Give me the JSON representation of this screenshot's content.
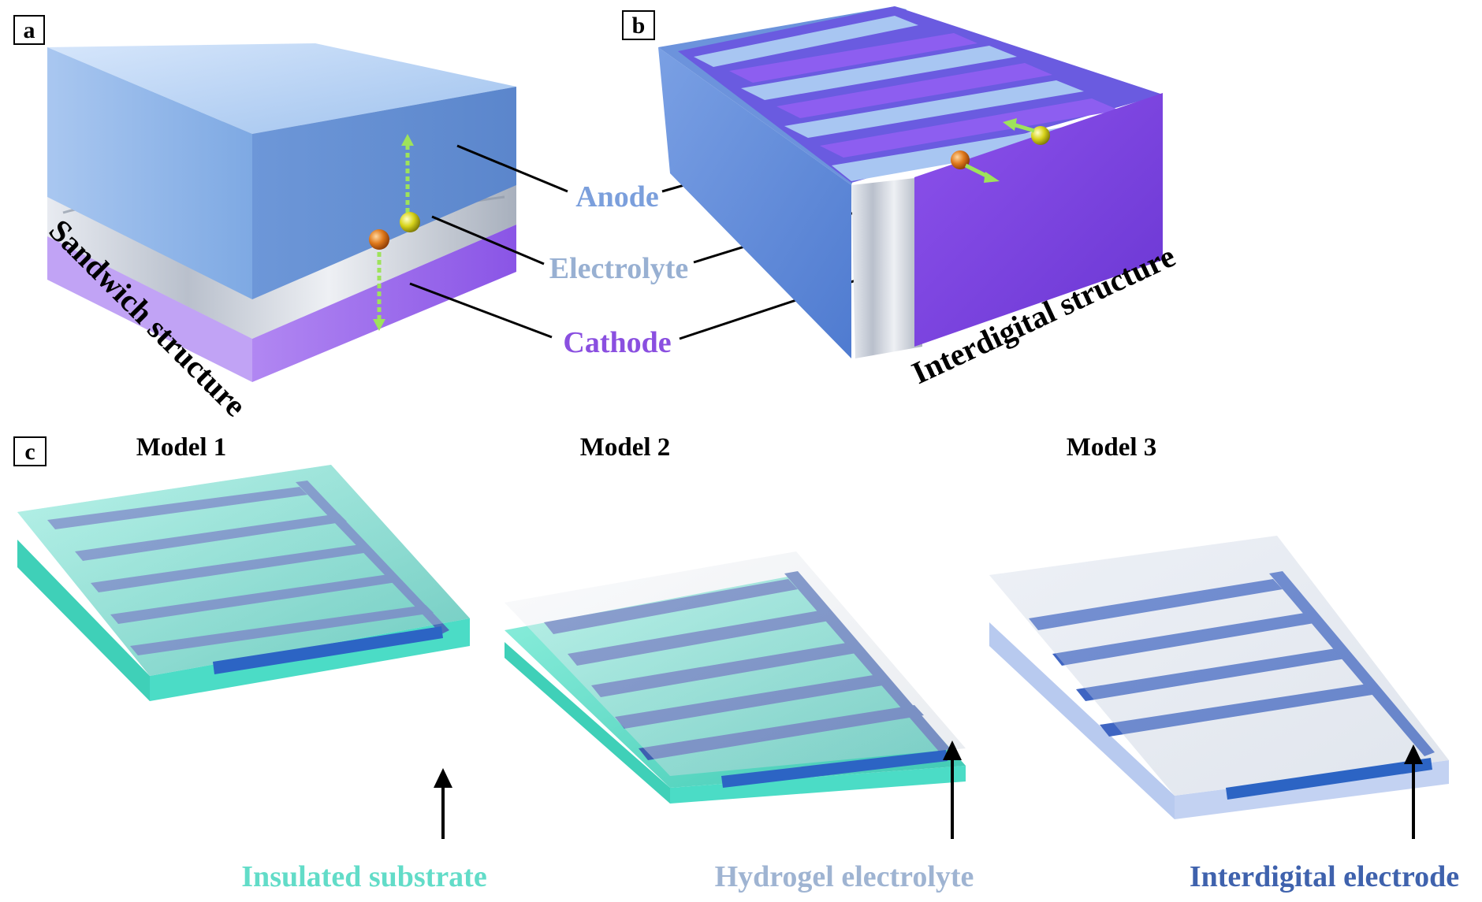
{
  "panels": {
    "a": {
      "label": "a",
      "structure_label": "Sandwich structure"
    },
    "b": {
      "label": "b",
      "structure_label": "Interdigital structure"
    },
    "c": {
      "label": "c",
      "models": [
        {
          "title": "Model 1"
        },
        {
          "title": "Model 2"
        },
        {
          "title": "Model 3"
        }
      ]
    }
  },
  "center_labels": {
    "anode": "Anode",
    "electrolyte": "Electrolyte",
    "cathode": "Cathode"
  },
  "bottom_labels": {
    "substrate": "Insulated substrate",
    "hydrogel": "Hydrogel electrolyte",
    "electrode": "Interdigital electrode"
  },
  "colors": {
    "anode": "#7b9fdc",
    "electrolyte": "#98b0d2",
    "cathode": "#8a4fe0",
    "substrate": "#62dcc8",
    "hydrogel": "#9fb4d2",
    "electrode": "#3f62ad"
  }
}
